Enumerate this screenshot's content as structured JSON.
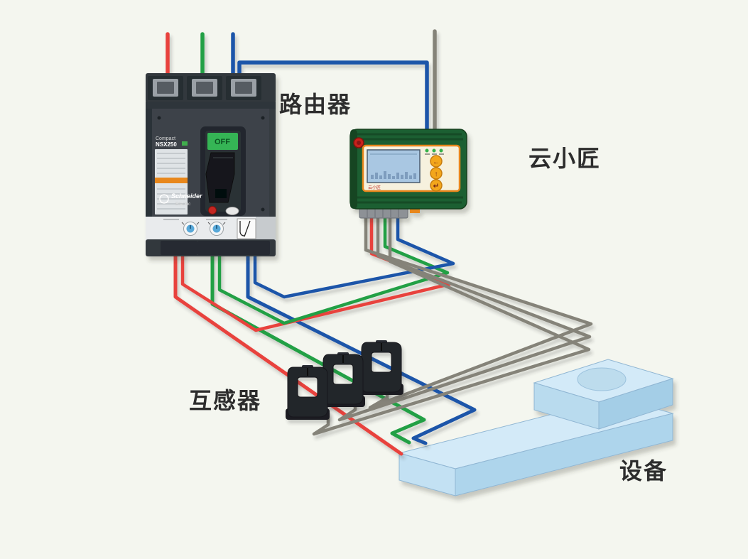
{
  "background": "#f4f6ef",
  "labels": {
    "breaker": "路由器",
    "monitor": "云小匠",
    "transformers": "互感器",
    "equipment": "设备"
  },
  "colors": {
    "label_text": "#2d2d2d",
    "phase_a": "#e8423c",
    "phase_b": "#21a044",
    "phase_c": "#1b55a9",
    "ct_lead": "#858379",
    "breaker_body": "#3d434a",
    "breaker_dark": "#2e343a",
    "breaker_strip": "#e9ebed",
    "monitor_green": "#1e5e31",
    "panel_orange": "#e8871e",
    "panel_cream": "#f6f1de",
    "lcd_blue": "#a9c7e2",
    "button_orange": "#f3a61f",
    "led_green": "#35b24a",
    "antenna_red": "#c9221f",
    "off_green": "#35b554",
    "ct_body": "#23252a",
    "equipment_top": "#d3eaf8",
    "equipment_front": "#aed5ec",
    "equipment_side": "#c3e1f3",
    "equipment_dark": "#a4cee7",
    "equipment_step": "#b9dbee",
    "equipment_circle": "#bddced",
    "equipment_outline": "#90b6d3"
  },
  "breaker": {
    "series": "Compact",
    "model": "NSX250",
    "status": "OFF",
    "brand_line1": "Schneider",
    "brand_line2": "Electric"
  },
  "monitor": {
    "screen_tag": "云小匠",
    "buttons": [
      "←",
      "↑",
      "↵"
    ]
  }
}
